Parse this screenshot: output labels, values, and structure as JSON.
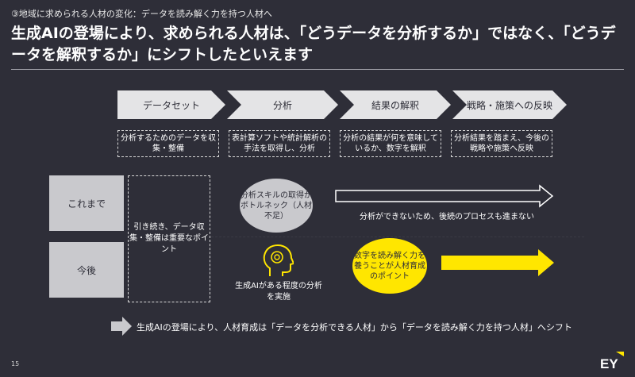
{
  "header": {
    "subtitle": "③地域に求められる人材の変化：データを読み解く力を持つ人材へ",
    "title": "生成AIの登場により、求められる人材は、「どうデータを分析するか」ではなく、「どうデータを解釈するか」にシフトしたといえます"
  },
  "process": {
    "steps": [
      "データセット",
      "分析",
      "結果の解釈",
      "戦略・施策への反映"
    ],
    "descriptions": [
      "分析するためのデータを収集・整備",
      "表計算ソフトや統計解析の手法を取得し、分析",
      "分析の結果が何を意味しているか、数字を解釈",
      "分析結果を踏まえ、今後の戦略や施策へ反映"
    ]
  },
  "rows": {
    "past_label": "これまで",
    "future_label": "今後",
    "data_note": "引き続き、データ収集・整備は重要なポイント",
    "past_circle": "分析スキルの取得がボトルネック（人材不足）",
    "past_arrow_text": "分析ができないため、後続のプロセスも進まない",
    "future_ai_text": "生成AIがある程度の分析を実施",
    "future_circle": "数字を読み解く力を養うことが人材育成のポイント"
  },
  "footer": {
    "summary": "生成AIの登場により、人材育成は「データを分析できる人材」から「データを読み解く力を持つ人材」へシフト",
    "page_number": "15",
    "logo_text": "EY"
  },
  "colors": {
    "background": "#2e2e38",
    "accent_yellow": "#ffe600",
    "light_gray": "#c9c9cd"
  }
}
